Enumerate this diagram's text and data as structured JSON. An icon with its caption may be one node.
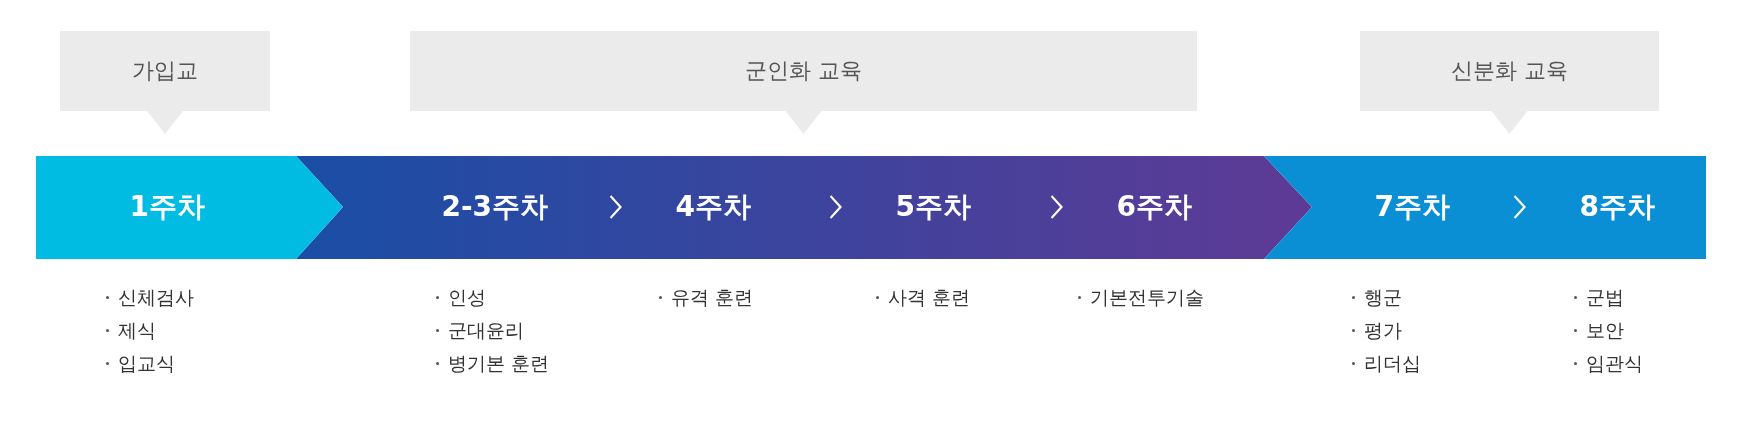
{
  "diagram": {
    "nodes": [
      {
        "text": [
          "가입교"
        ]
      },
      {
        "text": [
          "군인화 교육"
        ]
      },
      {
        "text": [
          "신분화 교육"
        ]
      },
      {
        "text": [
          "1주차"
        ],
        "beside": [
          "신체검사",
          "제식",
          "입교식"
        ]
      },
      {
        "text": [
          "2-3주차"
        ],
        "beside": [
          "인성",
          "군대윤리",
          "병기본 훈련"
        ]
      },
      {
        "text": [
          "4주차"
        ],
        "beside": [
          "유격 훈련"
        ]
      },
      {
        "text": [
          "5주차"
        ],
        "beside": [
          "사격 훈련"
        ]
      },
      {
        "text": [
          "6주차"
        ],
        "beside": [
          "기본전투기술"
        ]
      },
      {
        "text": [
          "7주차"
        ],
        "beside": [
          "행군",
          "평가",
          "리더십"
        ]
      },
      {
        "text": [
          "8주차"
        ],
        "beside": [
          "군법",
          "보안",
          "임관식"
        ]
      }
    ],
    "edges": [
      {
        "from": 4,
        "to": 5,
        "arrow": "to"
      },
      {
        "from": 5,
        "to": 6,
        "arrow": "to"
      },
      {
        "from": 6,
        "to": 7,
        "arrow": "to"
      },
      {
        "from": 8,
        "to": 9,
        "arrow": "to"
      }
    ]
  }
}
